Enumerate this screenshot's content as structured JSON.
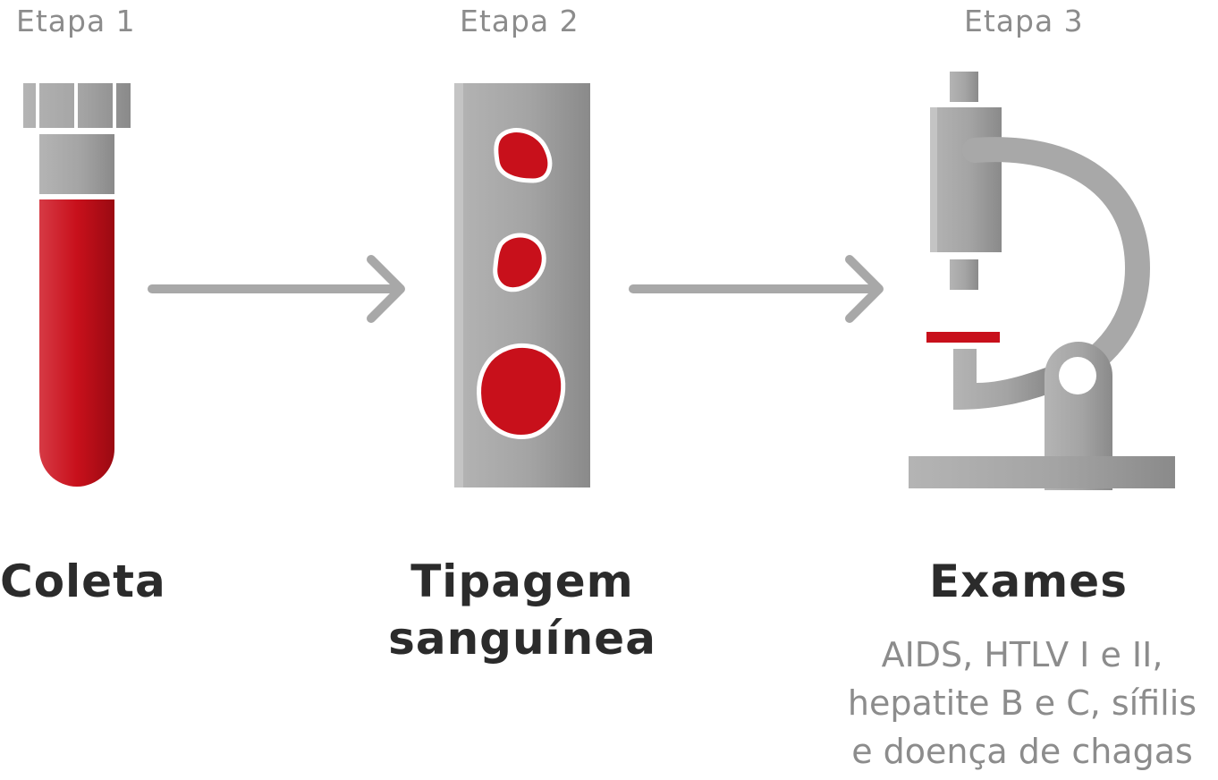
{
  "steps": [
    {
      "stage": "Etapa 1",
      "title_lines": [
        "Coleta"
      ]
    },
    {
      "stage": "Etapa 2",
      "title_lines": [
        "Tipagem",
        "sanguínea"
      ]
    },
    {
      "stage": "Etapa 3",
      "title_lines": [
        "Exames"
      ],
      "description_lines": [
        "AIDS, HTLV I e II,",
        "hepatite B e C, sífilis",
        "e doença de chagas"
      ]
    }
  ],
  "colors": {
    "accent": "#c8101b",
    "gray": "#a8a8a8",
    "text": "#2b2b2b",
    "muted": "#8c8c8c"
  },
  "icons": [
    "test-tube-icon",
    "blood-slide-icon",
    "microscope-icon",
    "arrow-right-icon"
  ]
}
